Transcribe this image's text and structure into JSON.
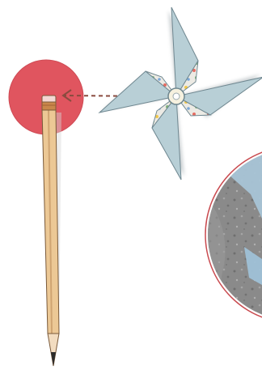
{
  "scene": {
    "objects": [
      "red-circle",
      "pencil",
      "pinwheel",
      "dashed-arrow",
      "textured-disc"
    ]
  },
  "colors": {
    "red_circle": "#e0555f",
    "pencil_wood": "#ecc895",
    "pencil_shadow": "#cfa472",
    "eraser": "#f4d7d3",
    "ferrule": "#c9874b",
    "graphite": "#2b2b2b",
    "pinwheel_blade": "#b8cfd6",
    "pinwheel_pattern": "#e8e6e0",
    "arrow": "#8a4b3f",
    "disc_border": "#c94a4f",
    "disc_fill": "#8a8a8a",
    "disc_blue": "#a8c4d6"
  },
  "icons": {
    "pinwheel": "pinwheel-icon",
    "pencil": "pencil-icon",
    "circle": "red-circle-icon",
    "arrow": "dashed-arrow-icon"
  }
}
